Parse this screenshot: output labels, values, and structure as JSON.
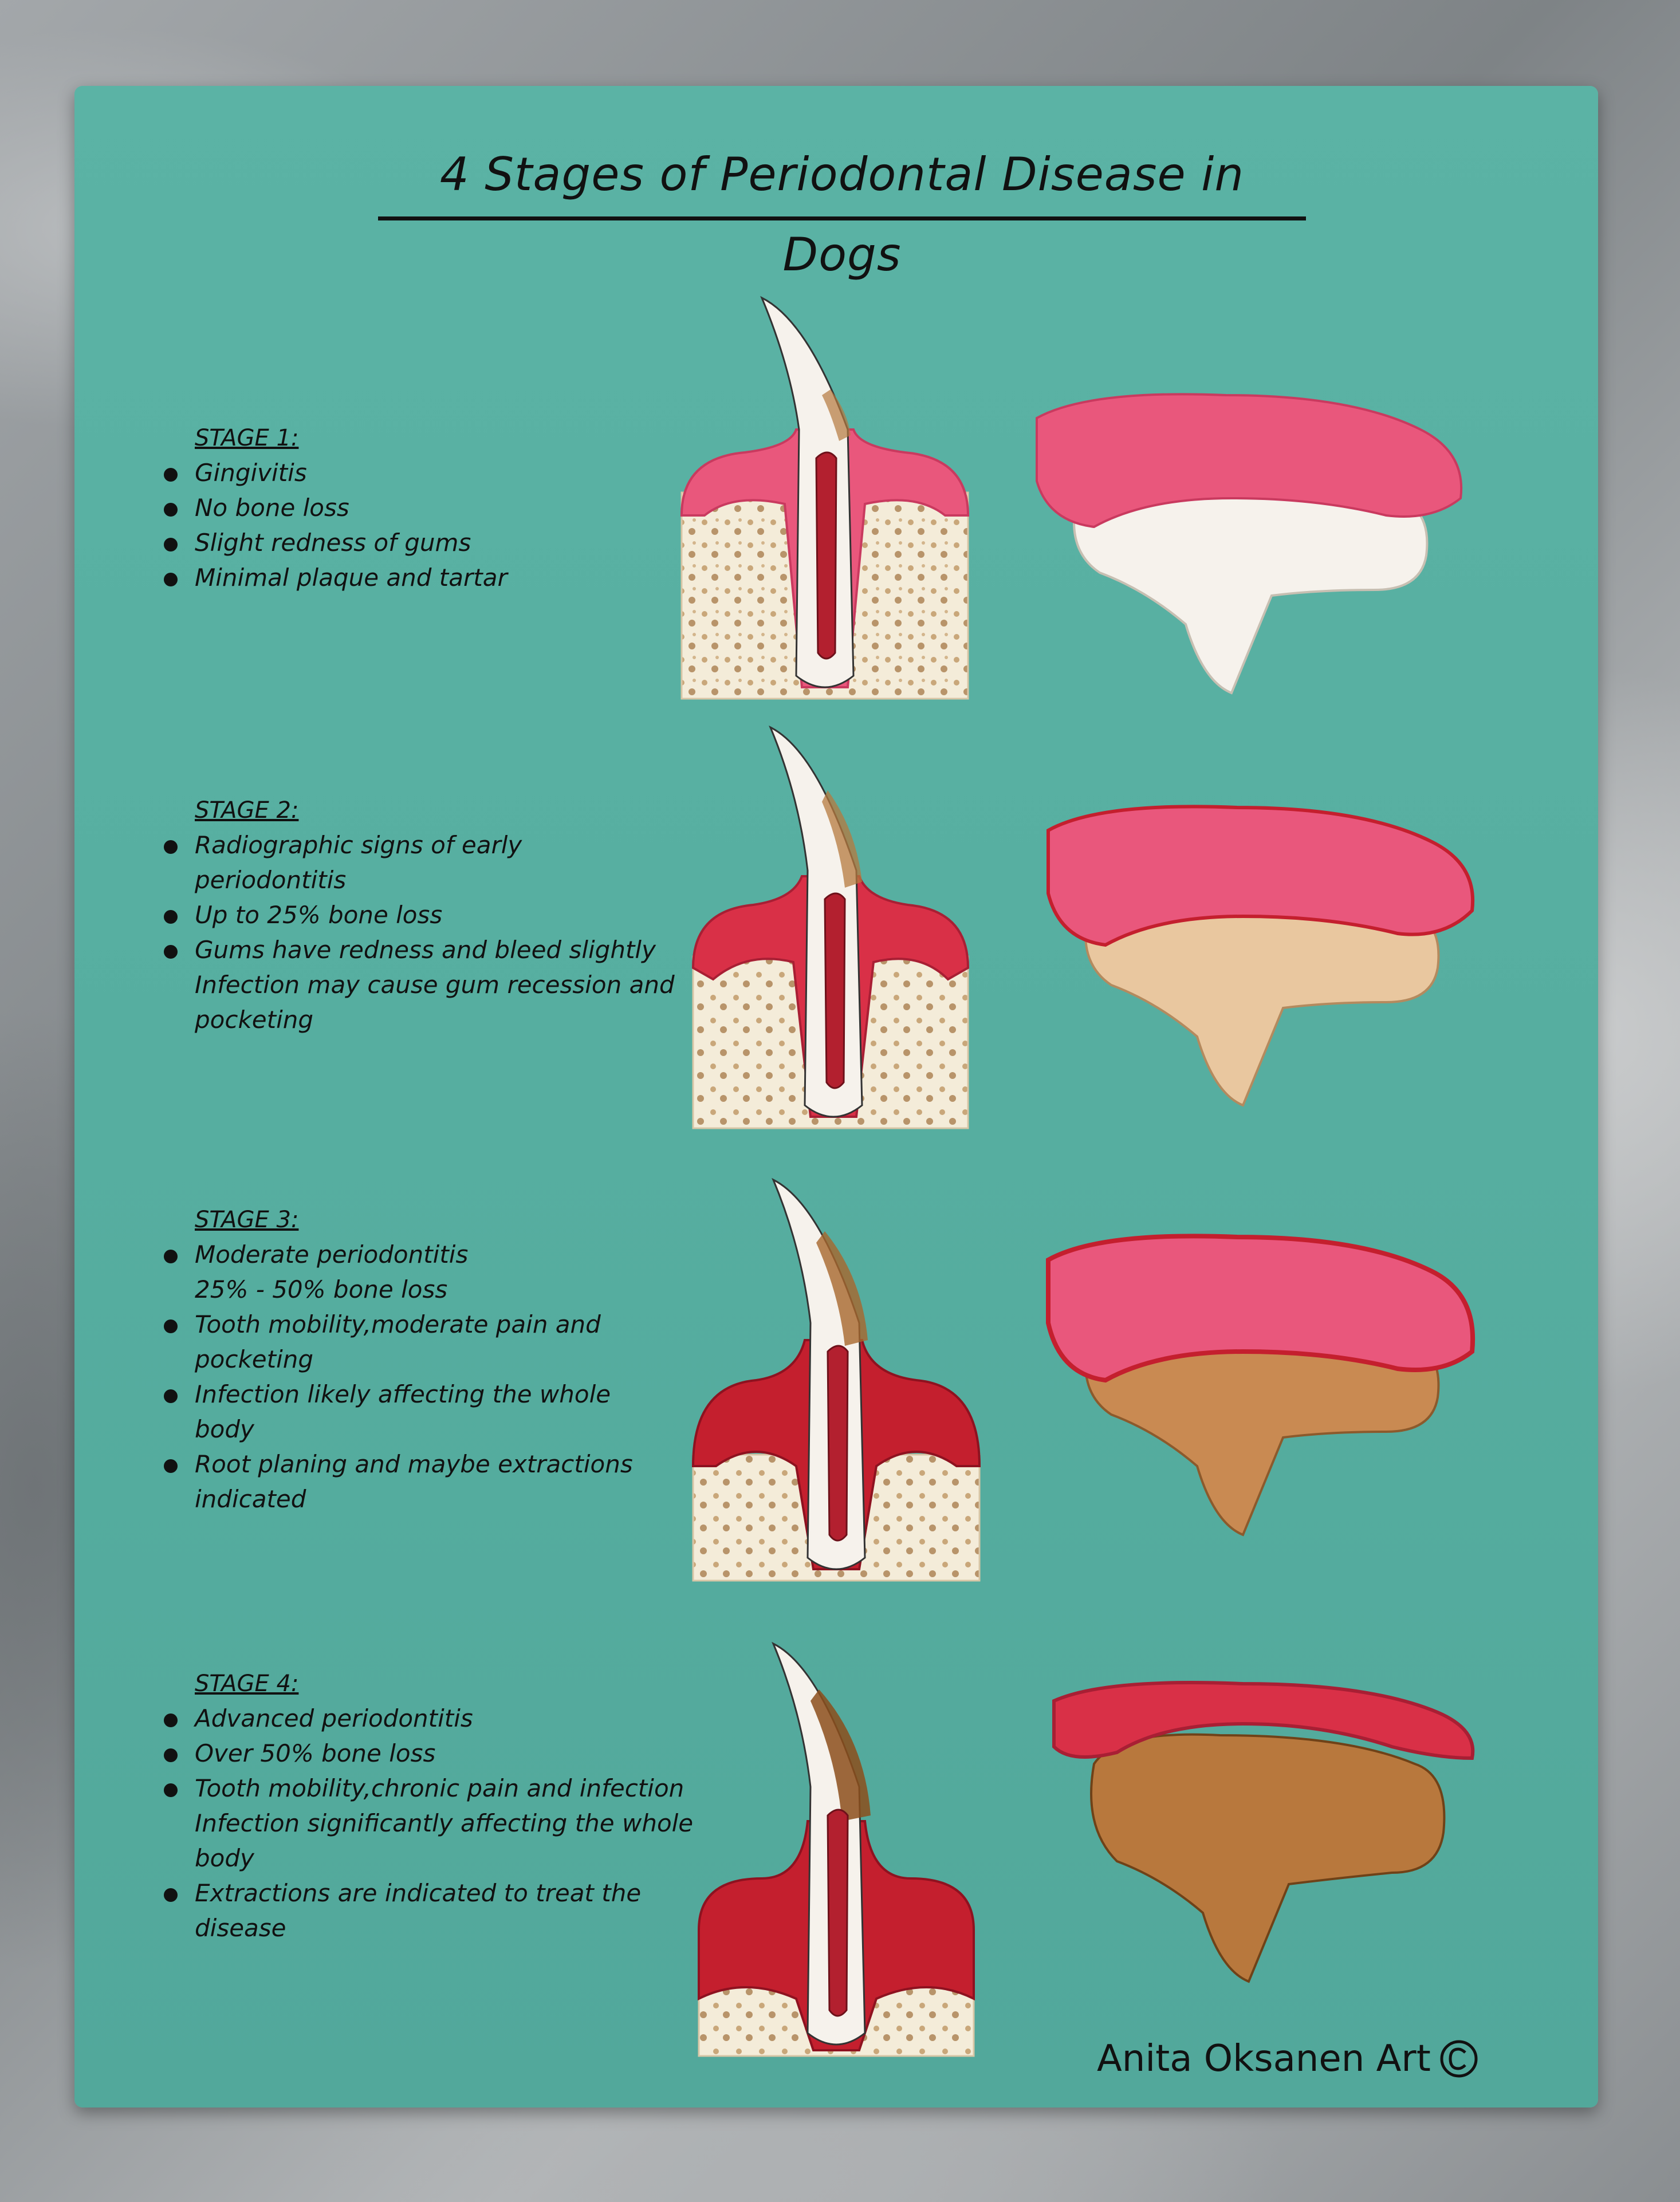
{
  "title": "4 Stages of Periodontal Disease in Dogs",
  "colors": {
    "board": "#56aea0",
    "gum_healthy": "#e9577c",
    "gum_inflamed": "#c41f2e",
    "tooth_clean": "#f6f2ec",
    "tartar": "#b5793f",
    "text": "#111111"
  },
  "stages": [
    {
      "heading": "STAGE 1:",
      "bullets": [
        "Gingivitis",
        "No bone loss",
        "Slight redness of gums",
        "Minimal plaque and tartar"
      ]
    },
    {
      "heading": "STAGE 2:",
      "bullets": [
        "Radiographic signs of early\nperiodontitis",
        "Up to 25% bone loss",
        "Gums have redness and bleed slightly\nInfection may cause gum recession and\npocketing"
      ]
    },
    {
      "heading": "STAGE 3:",
      "bullets": [
        "Moderate periodontitis\n25% - 50% bone loss",
        "Tooth mobility,moderate pain and\npocketing",
        "Infection likely affecting the whole\nbody",
        "Root planing and maybe extractions\nindicated"
      ]
    },
    {
      "heading": "STAGE 4:",
      "bullets": [
        "Advanced periodontitis",
        "Over 50% bone loss",
        "Tooth mobility,chronic pain and infection\nInfection significantly affecting the whole\nbody",
        "Extractions are indicated to treat the\ndisease"
      ]
    }
  ],
  "signature": "Anita Oksanen Art",
  "copyright_icon": "copyright-icon"
}
